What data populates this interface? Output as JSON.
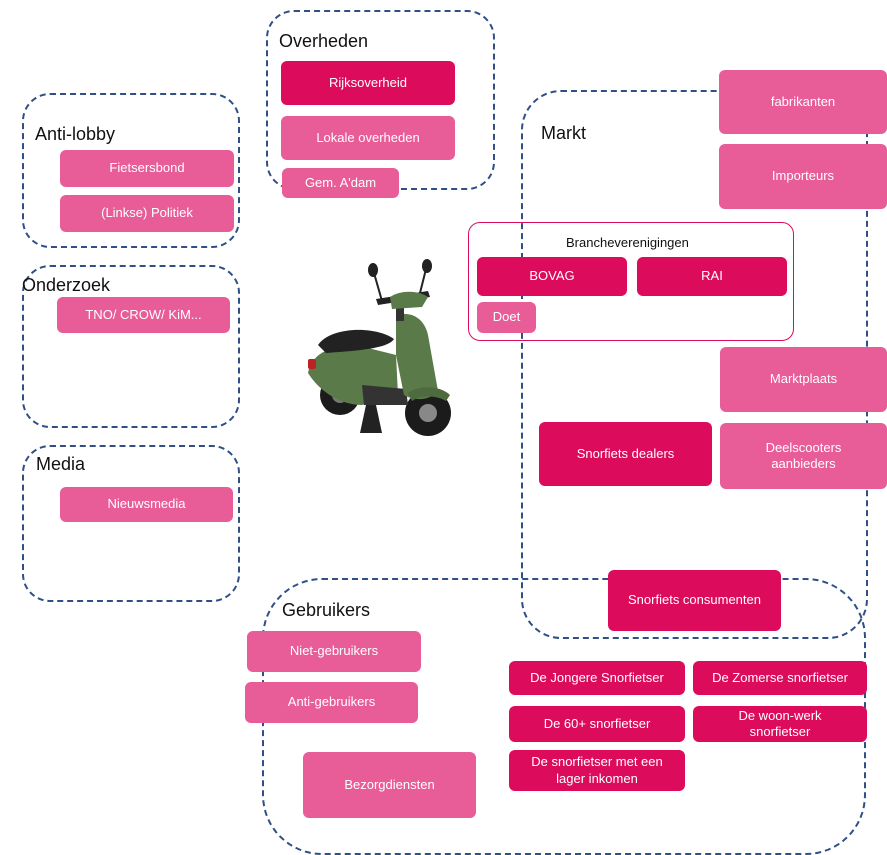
{
  "groups": {
    "overheden": "Overheden",
    "anti_lobby": "Anti-lobby",
    "onderzoek": "Onderzoek",
    "media": "Media",
    "markt": "Markt",
    "gebruikers": "Gebruikers"
  },
  "branche": {
    "title": "Brancheverenigingen",
    "bovag": "BOVAG",
    "rai": "RAI",
    "doet": "Doet"
  },
  "overheden": {
    "rijksoverheid": "Rijksoverheid",
    "lokale": "Lokale overheden",
    "gem": "Gem. A'dam"
  },
  "anti_lobby": {
    "fietsersbond": "Fietsersbond",
    "politiek": "(Linkse) Politiek"
  },
  "onderzoek": {
    "tno": "TNO/ CROW/ KiM..."
  },
  "media": {
    "nieuwsmedia": "Nieuwsmedia"
  },
  "markt": {
    "fabrikanten": "fabrikanten",
    "importeurs": "Importeurs",
    "marktplaats": "Marktplaats",
    "dealers": "Snorfiets dealers",
    "deelscooters": "Deelscooters\naanbieders",
    "consumenten": "Snorfiets consumenten"
  },
  "gebruikers": {
    "niet": "Niet-gebruikers",
    "anti": "Anti-gebruikers",
    "bezorg": "Bezorgdiensten",
    "jongere": "De Jongere Snorfietser",
    "zomerse": "De Zomerse snorfietser",
    "zestig": "De 60+ snorfietser",
    "woonwerk": "De woon-werk\nsnorfietser",
    "inkomen": "De snorfietser met een\nlager inkomen"
  },
  "colors": {
    "light": "#e85c98",
    "dark": "#dc0b5c",
    "dashed": "#2f4f86"
  },
  "image": "green-scooter"
}
